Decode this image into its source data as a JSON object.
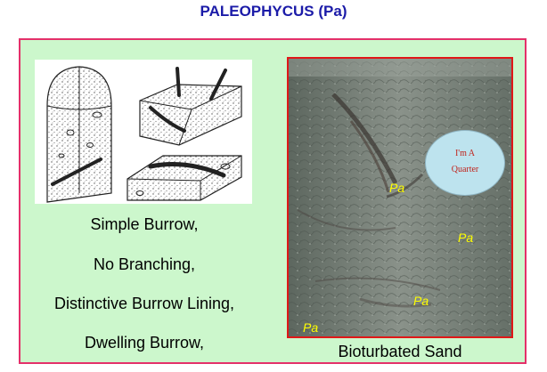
{
  "title": "PALEOPHYCUS (Pa)",
  "characteristics": [
    "Simple Burrow,",
    "No Branching,",
    "Distinctive Burrow Lining,",
    "Dwelling Burrow,"
  ],
  "photo": {
    "trace_labels": [
      "Pa",
      "Pa",
      "Pa",
      "Pa"
    ],
    "scale_line_1": "I'm A",
    "scale_line_2": "Quarter",
    "caption": "Bioturbated Sand"
  },
  "colors": {
    "title": "#1b1ba8",
    "frame_border": "#e4306a",
    "panel_background": "#ccf7cc",
    "photo_border": "#e01818",
    "trace_label": "#ffff00",
    "scale_text": "#c0221a"
  },
  "icons": [
    "burrow-sketch-illustration",
    "core-photograph",
    "quarter-coin-scale"
  ]
}
